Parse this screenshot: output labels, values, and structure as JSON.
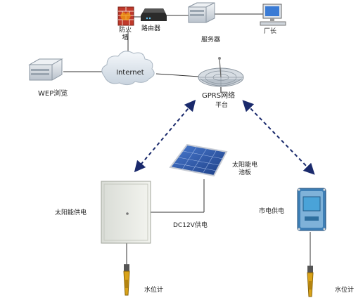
{
  "labels": {
    "firewall": "防火墙",
    "router": "路由器",
    "server": "服务器",
    "admin_pc": "厂长",
    "internet": "Internet",
    "wep_browse": "WEP浏览",
    "gprs": "GPRS网络",
    "gprs_platform": "平台",
    "solar_panel": "太阳能电池板",
    "solar_power": "太阳能供电",
    "dc12v": "DC12V供电",
    "mains_power": "市电供电",
    "water_gauge_left": "水位计",
    "water_gauge_right": "水位计"
  },
  "icons": {
    "firewall": "firewall-icon",
    "router": "router-icon",
    "server": "server-icon",
    "admin_pc": "desktop-computer-icon",
    "internet": "cloud-icon",
    "wep_client": "server-icon",
    "gprs": "satellite-dish-icon",
    "solar_panel": "solar-panel-icon",
    "solar_box": "electrical-cabinet-icon",
    "mains_device": "rtu-terminal-icon",
    "water_sensor": "water-level-sensor-icon"
  },
  "colors": {
    "line": "#333333",
    "wireless_link": "#1a2a6c",
    "firewall_brick": "#c0392b",
    "cloud": "#dfe7ef",
    "panel": "#2f5aa8",
    "device_screen": "#4aa3d8"
  }
}
